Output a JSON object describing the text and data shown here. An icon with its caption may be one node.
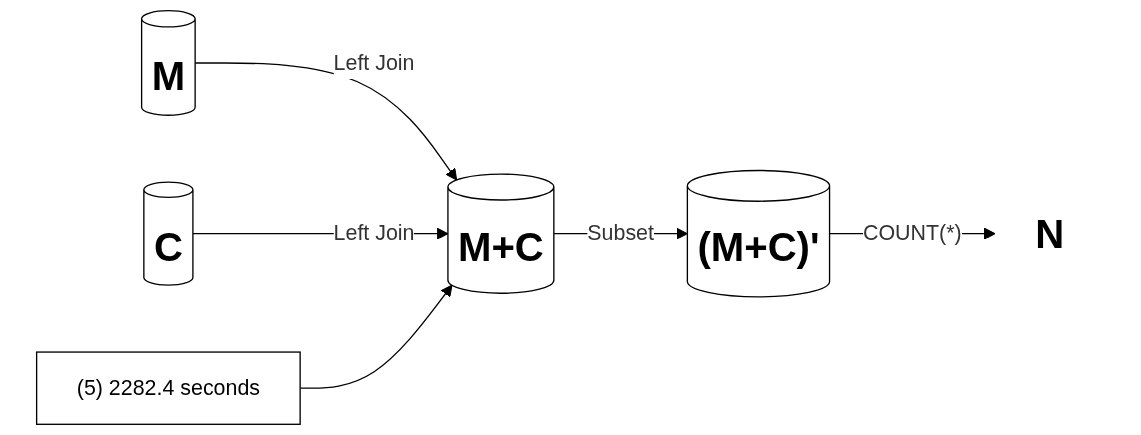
{
  "diagram": {
    "nodes": [
      {
        "text": [
          "M"
        ]
      },
      {
        "text": [
          "C"
        ]
      },
      {
        "text": [
          "M+C"
        ]
      },
      {
        "text": [
          "(M+C)'"
        ]
      },
      {
        "text": [
          "N"
        ]
      },
      {
        "text": [
          "(5) 2282.4 seconds"
        ]
      }
    ],
    "edges": [
      {
        "from": 0,
        "to": 2,
        "arrow": "to",
        "label": "Left Join"
      },
      {
        "from": 1,
        "to": 2,
        "arrow": "to",
        "label": "Left Join"
      },
      {
        "from": 2,
        "to": 3,
        "arrow": "to",
        "label": "Subset"
      },
      {
        "from": 3,
        "to": 4,
        "arrow": "to",
        "label": "COUNT(*)"
      },
      {
        "from": 5,
        "to": 2,
        "arrow": "to"
      }
    ]
  }
}
